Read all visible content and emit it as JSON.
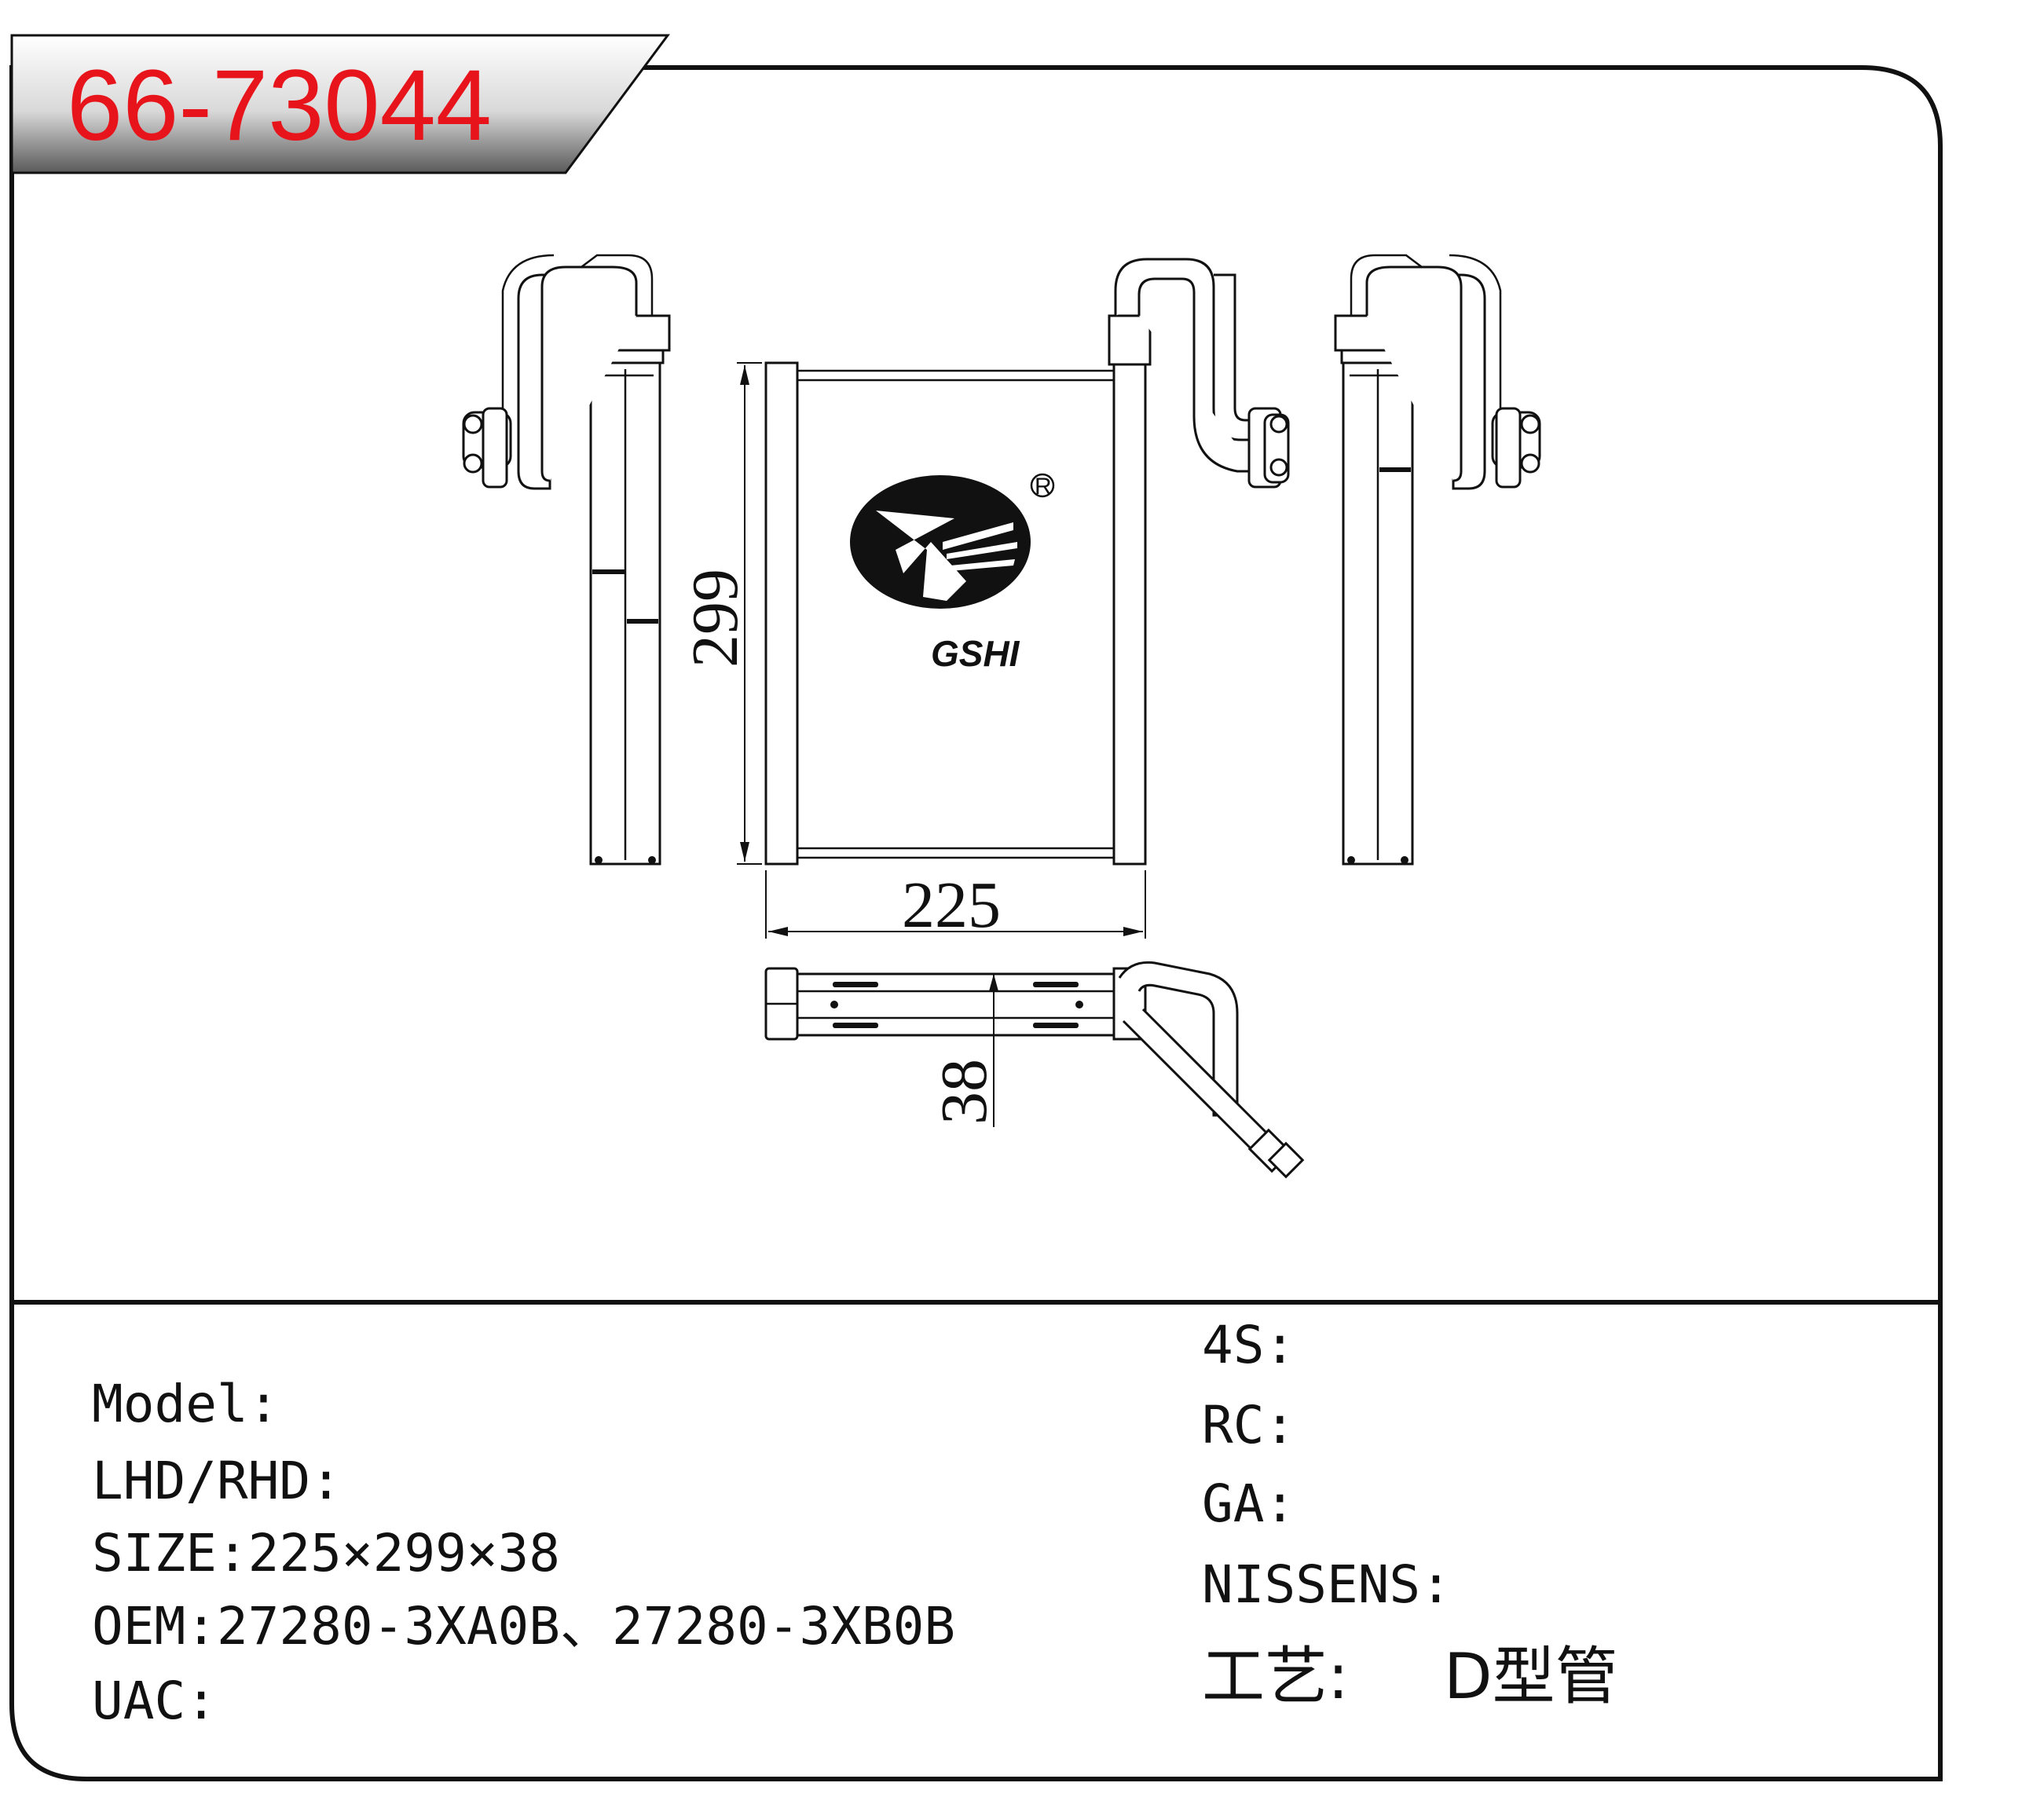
{
  "header": {
    "part_code": "66-73044"
  },
  "logo": {
    "brand": "GSHI",
    "registered_mark": "R"
  },
  "dimensions": {
    "width": "225",
    "height": "299",
    "depth": "38"
  },
  "info": {
    "left": [
      "Model:",
      "LHD/RHD:",
      "SIZE:225×299×38",
      "OEM:27280-3XA0B、27280-3XB0B",
      "UAC:"
    ],
    "right": [
      "4S:",
      "RC:",
      "GA:",
      "NISSENS:"
    ],
    "process_label": "工艺:",
    "process_value": "D型管"
  }
}
